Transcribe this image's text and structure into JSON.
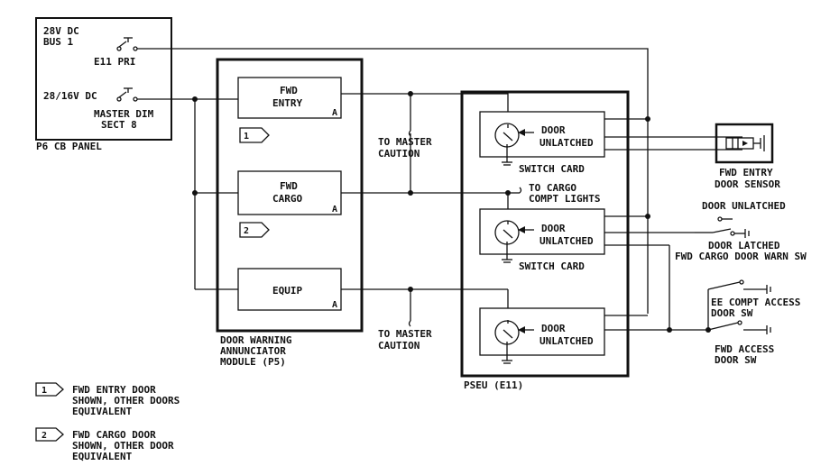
{
  "p6_panel": {
    "bus1_line1": "28V DC",
    "bus1_line2": "BUS 1",
    "e11_pri": "E11 PRI",
    "dim_line1": "28/16V DC",
    "master_dim_line1": "MASTER DIM",
    "master_dim_line2": "SECT 8",
    "panel_label": "P6 CB PANEL"
  },
  "annunciator": {
    "fwd_entry_line1": "FWD",
    "fwd_entry_line2": "ENTRY",
    "fwd_cargo_line1": "FWD",
    "fwd_cargo_line2": "CARGO",
    "equip": "EQUIP",
    "a_label": "A",
    "module_line1": "DOOR WARNING",
    "module_line2": "ANNUNCIATOR",
    "module_line3": "MODULE (P5)",
    "flag1": "1",
    "flag2": "2"
  },
  "middle": {
    "to_master_1_line1": "TO MASTER",
    "to_master_1_line2": "CAUTION",
    "to_cargo_line1": "TO CARGO",
    "to_cargo_line2": "COMPT LIGHTS",
    "to_master_2_line1": "TO MASTER",
    "to_master_2_line2": "CAUTION"
  },
  "pseu": {
    "door_line1": "DOOR",
    "door_line2": "UNLATCHED",
    "switch_card": "SWITCH CARD",
    "label": "PSEU (E11)"
  },
  "right": {
    "entry_sensor_line1": "FWD ENTRY",
    "entry_sensor_line2": "DOOR SENSOR",
    "door_unlatched": "DOOR UNLATCHED",
    "door_latched": "DOOR LATCHED",
    "cargo_warn_sw": "FWD CARGO DOOR WARN SW",
    "ee_line1": "EE COMPT ACCESS",
    "ee_line2": "DOOR SW",
    "fwd_access_line1": "FWD ACCESS",
    "fwd_access_line2": "DOOR SW"
  },
  "notes": [
    {
      "num": "1",
      "line1": "FWD ENTRY DOOR",
      "line2": "SHOWN, OTHER DOORS",
      "line3": "EQUIVALENT"
    },
    {
      "num": "2",
      "line1": "FWD CARGO DOOR",
      "line2": "SHOWN, OTHER DOOR",
      "line3": "EQUIVALENT"
    }
  ]
}
